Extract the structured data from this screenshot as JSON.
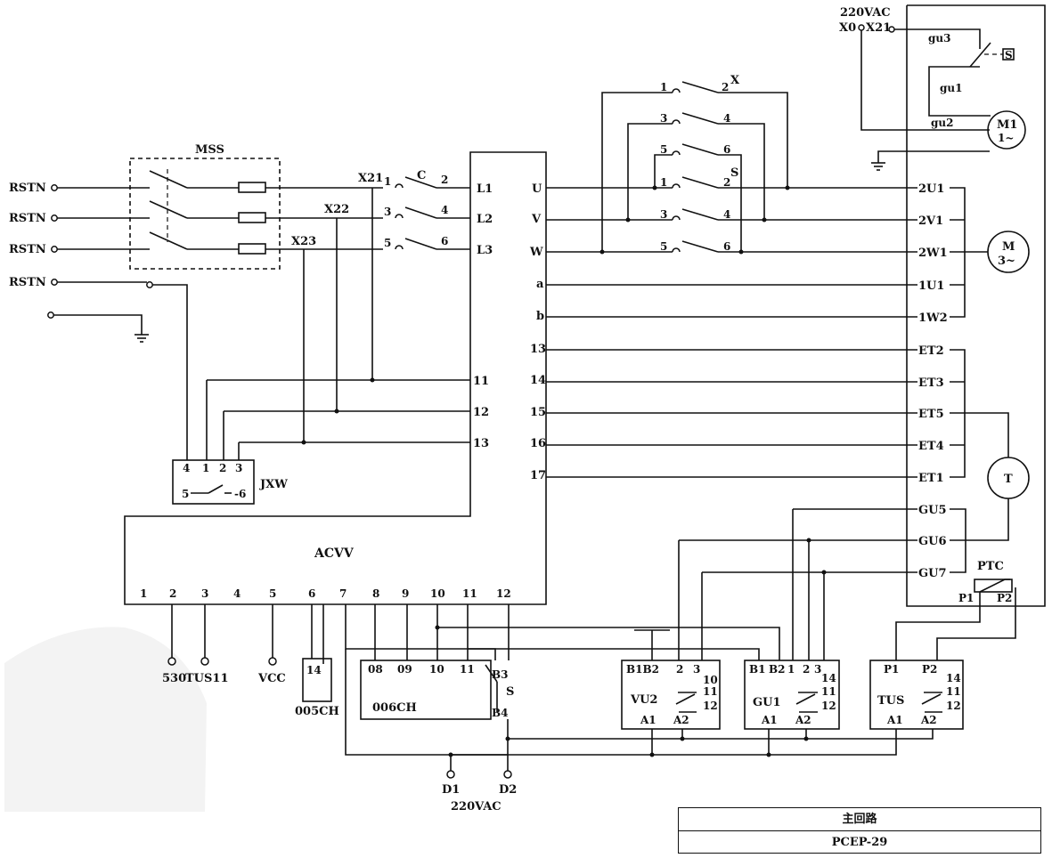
{
  "title_block": {
    "line1": "主回路",
    "line2": "PCEP-29"
  },
  "power_inputs": [
    "RSTN",
    "RSTN",
    "RSTN",
    "RSTN"
  ],
  "blocks": {
    "mss": "MSS",
    "acvv": "ACVV",
    "jxw": "JXW",
    "ch005": "005CH",
    "ch006": "006CH",
    "vu2": "VU2",
    "gu1": "GU1",
    "tus": "TUS"
  },
  "wires": {
    "x21": "X21",
    "x22": "X22",
    "x23": "X23"
  },
  "contactor_c": {
    "name": "C",
    "pins": [
      "1",
      "2",
      "3",
      "4",
      "5",
      "6"
    ]
  },
  "contactor_x": {
    "name": "X",
    "pins": [
      "1",
      "2",
      "3",
      "4",
      "5",
      "6"
    ]
  },
  "contactor_s": {
    "name": "S",
    "pins": [
      "1",
      "2",
      "3",
      "4",
      "5",
      "6"
    ]
  },
  "acvv_left_pins": [
    "L1",
    "L2",
    "L3",
    "11",
    "12",
    "13"
  ],
  "acvv_right_pins": [
    "U",
    "V",
    "W",
    "a",
    "b",
    "13",
    "14",
    "15",
    "16",
    "17"
  ],
  "acvv_bottom_pins": [
    "1",
    "2",
    "3",
    "4",
    "5",
    "6",
    "7",
    "8",
    "9",
    "10",
    "11",
    "12"
  ],
  "motor_terminals": [
    "2U1",
    "2V1",
    "2W1",
    "1U1",
    "1W2",
    "ET2",
    "ET3",
    "ET5",
    "ET4",
    "ET1",
    "GU5",
    "GU6",
    "GU7"
  ],
  "motor_main": {
    "name": "M",
    "phase": "3~"
  },
  "motor_fan": {
    "name": "M1",
    "phase": "1~"
  },
  "thermistor": "T",
  "fan_circuit": {
    "voltage": "220VAC",
    "x0": "X0",
    "x21": "X21",
    "gu3": "gu3",
    "gu1": "gu1",
    "gu2": "gu2",
    "s": "S"
  },
  "ptc": {
    "name": "PTC",
    "p1": "P1",
    "p2": "P2"
  },
  "jxw_pins": [
    "4",
    "1",
    "2",
    "3",
    "5",
    "-6"
  ],
  "bottom_labels": {
    "t530": "530",
    "tus11": "TUS11",
    "vcc": "VCC",
    "d1": "D1",
    "d2": "D2",
    "voltage": "220VAC"
  },
  "ch005_pins": {
    "pin": "14"
  },
  "ch006_pins": {
    "p08": "08",
    "p09": "09",
    "p10": "10",
    "p11": "11",
    "s": "S",
    "b3": "B3",
    "b4": "B4"
  },
  "relay_vu2": {
    "b1b2": "B1B2",
    "p2": "2",
    "p3": "3",
    "p10": "10",
    "p11": "11",
    "p12": "12",
    "a1": "A1",
    "a2": "A2"
  },
  "relay_gu1": {
    "b1": "B1",
    "b2": "B2",
    "p1": "1",
    "p2": "2",
    "p3": "3",
    "p14": "14",
    "p11": "11",
    "p12": "12",
    "a1": "A1",
    "a2": "A2"
  },
  "relay_tus": {
    "p1": "P1",
    "p2": "P2",
    "p14": "14",
    "p11": "11",
    "p12": "12",
    "a1": "A1",
    "a2": "A2"
  }
}
